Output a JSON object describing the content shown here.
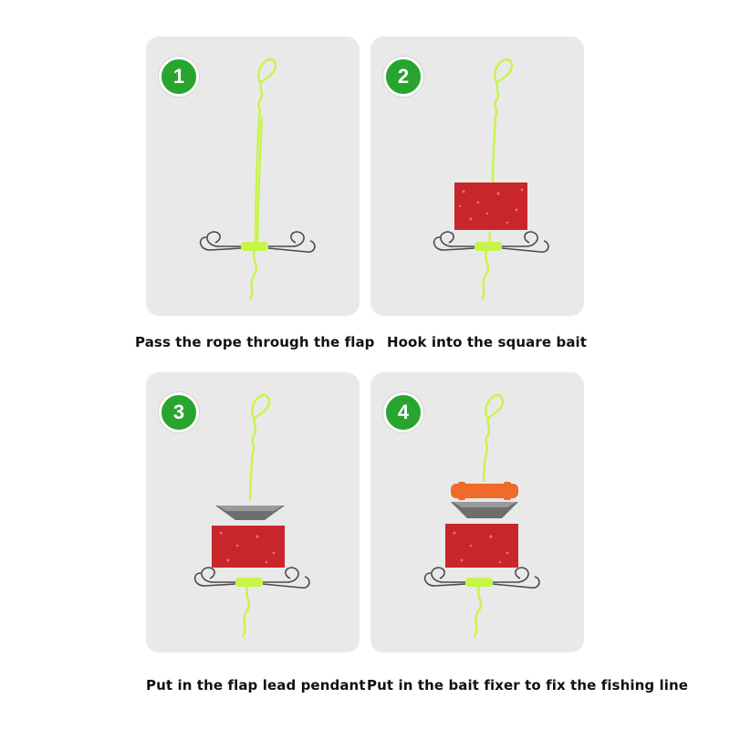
{
  "steps": [
    {
      "number": "1",
      "caption": "Pass the rope through the flap"
    },
    {
      "number": "2",
      "caption": "Hook into the square bait"
    },
    {
      "number": "3",
      "caption": "Put in the flap lead pendant"
    },
    {
      "number": "4",
      "caption": "Put in the bait fixer to fix the fishing line"
    }
  ],
  "colors": {
    "panel": "#e9e9e9",
    "badge": "#27a52f",
    "line": "#c8f44a",
    "bait": "#c9262b",
    "sinker": "#6e6e6e",
    "fixer": "#f06a2a",
    "hook": "#4a4a4a"
  },
  "icons": [
    "fishing-rig-illustration"
  ]
}
